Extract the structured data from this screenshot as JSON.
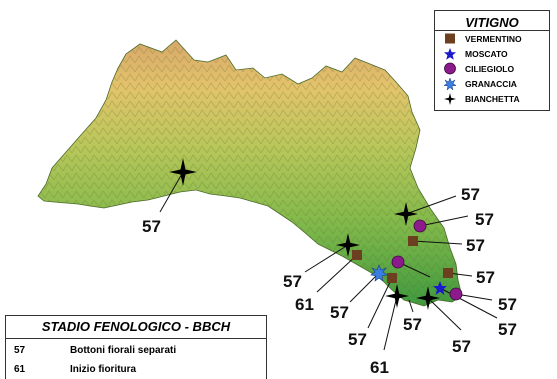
{
  "legend": {
    "title": "VITIGNO",
    "items": [
      {
        "label": "VERMENTINO",
        "icon": "brown-square-icon",
        "color": "#6b3f1f"
      },
      {
        "label": "MOSCATO",
        "icon": "blue-star-icon",
        "color": "#1a1acc"
      },
      {
        "label": "CILIEGIOLO",
        "icon": "purple-circle-icon",
        "color": "#8c1a8c"
      },
      {
        "label": "GRANACCIA",
        "icon": "blue-starburst-icon",
        "color": "#3a7fe0"
      },
      {
        "label": "BIANCHETTA",
        "icon": "black-cross-star-icon",
        "color": "#000000"
      }
    ]
  },
  "bbch": {
    "title": "STADIO FENOLOGICO - BBCH",
    "rows": [
      {
        "code": "57",
        "desc": "Bottoni fiorali separati"
      },
      {
        "code": "61",
        "desc": "Inizio fioritura"
      }
    ]
  },
  "map_labels": {
    "l1": "57",
    "l2": "57",
    "l3": "57",
    "l4": "57",
    "l5": "57",
    "l6": "61",
    "l7": "57",
    "l8": "57",
    "l9": "57",
    "l10": "57",
    "l11": "57",
    "l12": "61",
    "l13": "57",
    "l14": "57"
  }
}
